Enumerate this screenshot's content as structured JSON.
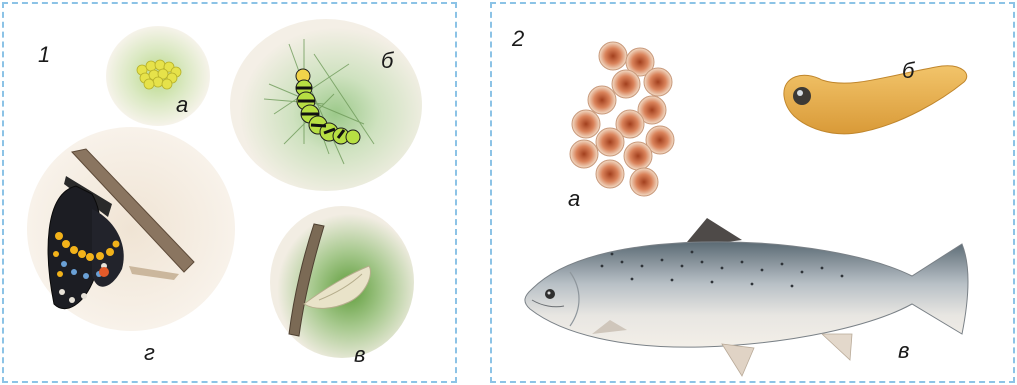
{
  "panel1": {
    "number": "1",
    "labels": {
      "a": "а",
      "b": "б",
      "v": "в",
      "g": "г"
    }
  },
  "panel2": {
    "number": "2",
    "labels": {
      "a": "а",
      "b": "б",
      "v": "в"
    }
  }
}
